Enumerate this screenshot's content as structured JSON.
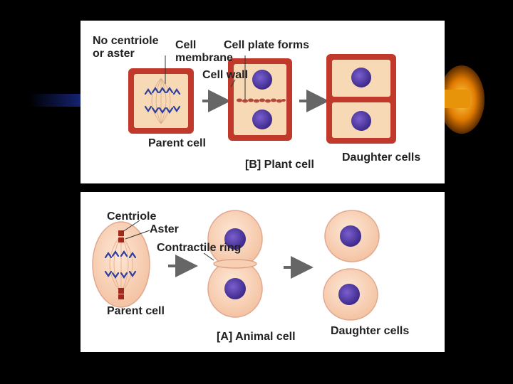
{
  "plant_panel": {
    "label_no_centriole_1": "No centriole",
    "label_no_centriole_2": "or aster",
    "label_cell_membrane_1": "Cell",
    "label_cell_membrane_2": "membrane",
    "label_cell_plate": "Cell plate forms",
    "label_cell_wall": "Cell wall",
    "label_parent": "Parent cell",
    "caption": "[B]  Plant cell",
    "label_daughter": "Daughter cells"
  },
  "animal_panel": {
    "label_centriole": "Centriole",
    "label_aster": "Aster",
    "label_contractile_ring": "Contractile ring",
    "label_parent": "Parent cell",
    "caption": "[A]  Animal cell",
    "label_daughter": "Daughter cells"
  },
  "colors": {
    "background": "#000000",
    "panel": "#ffffff",
    "cell_wall": "#c0392b",
    "cytoplasm": "#f7d9b5",
    "nucleus": "#5b3fa8",
    "chromosome": "#2c3e9e",
    "arrow": "#666666",
    "orange_bar": "#e08a00"
  }
}
